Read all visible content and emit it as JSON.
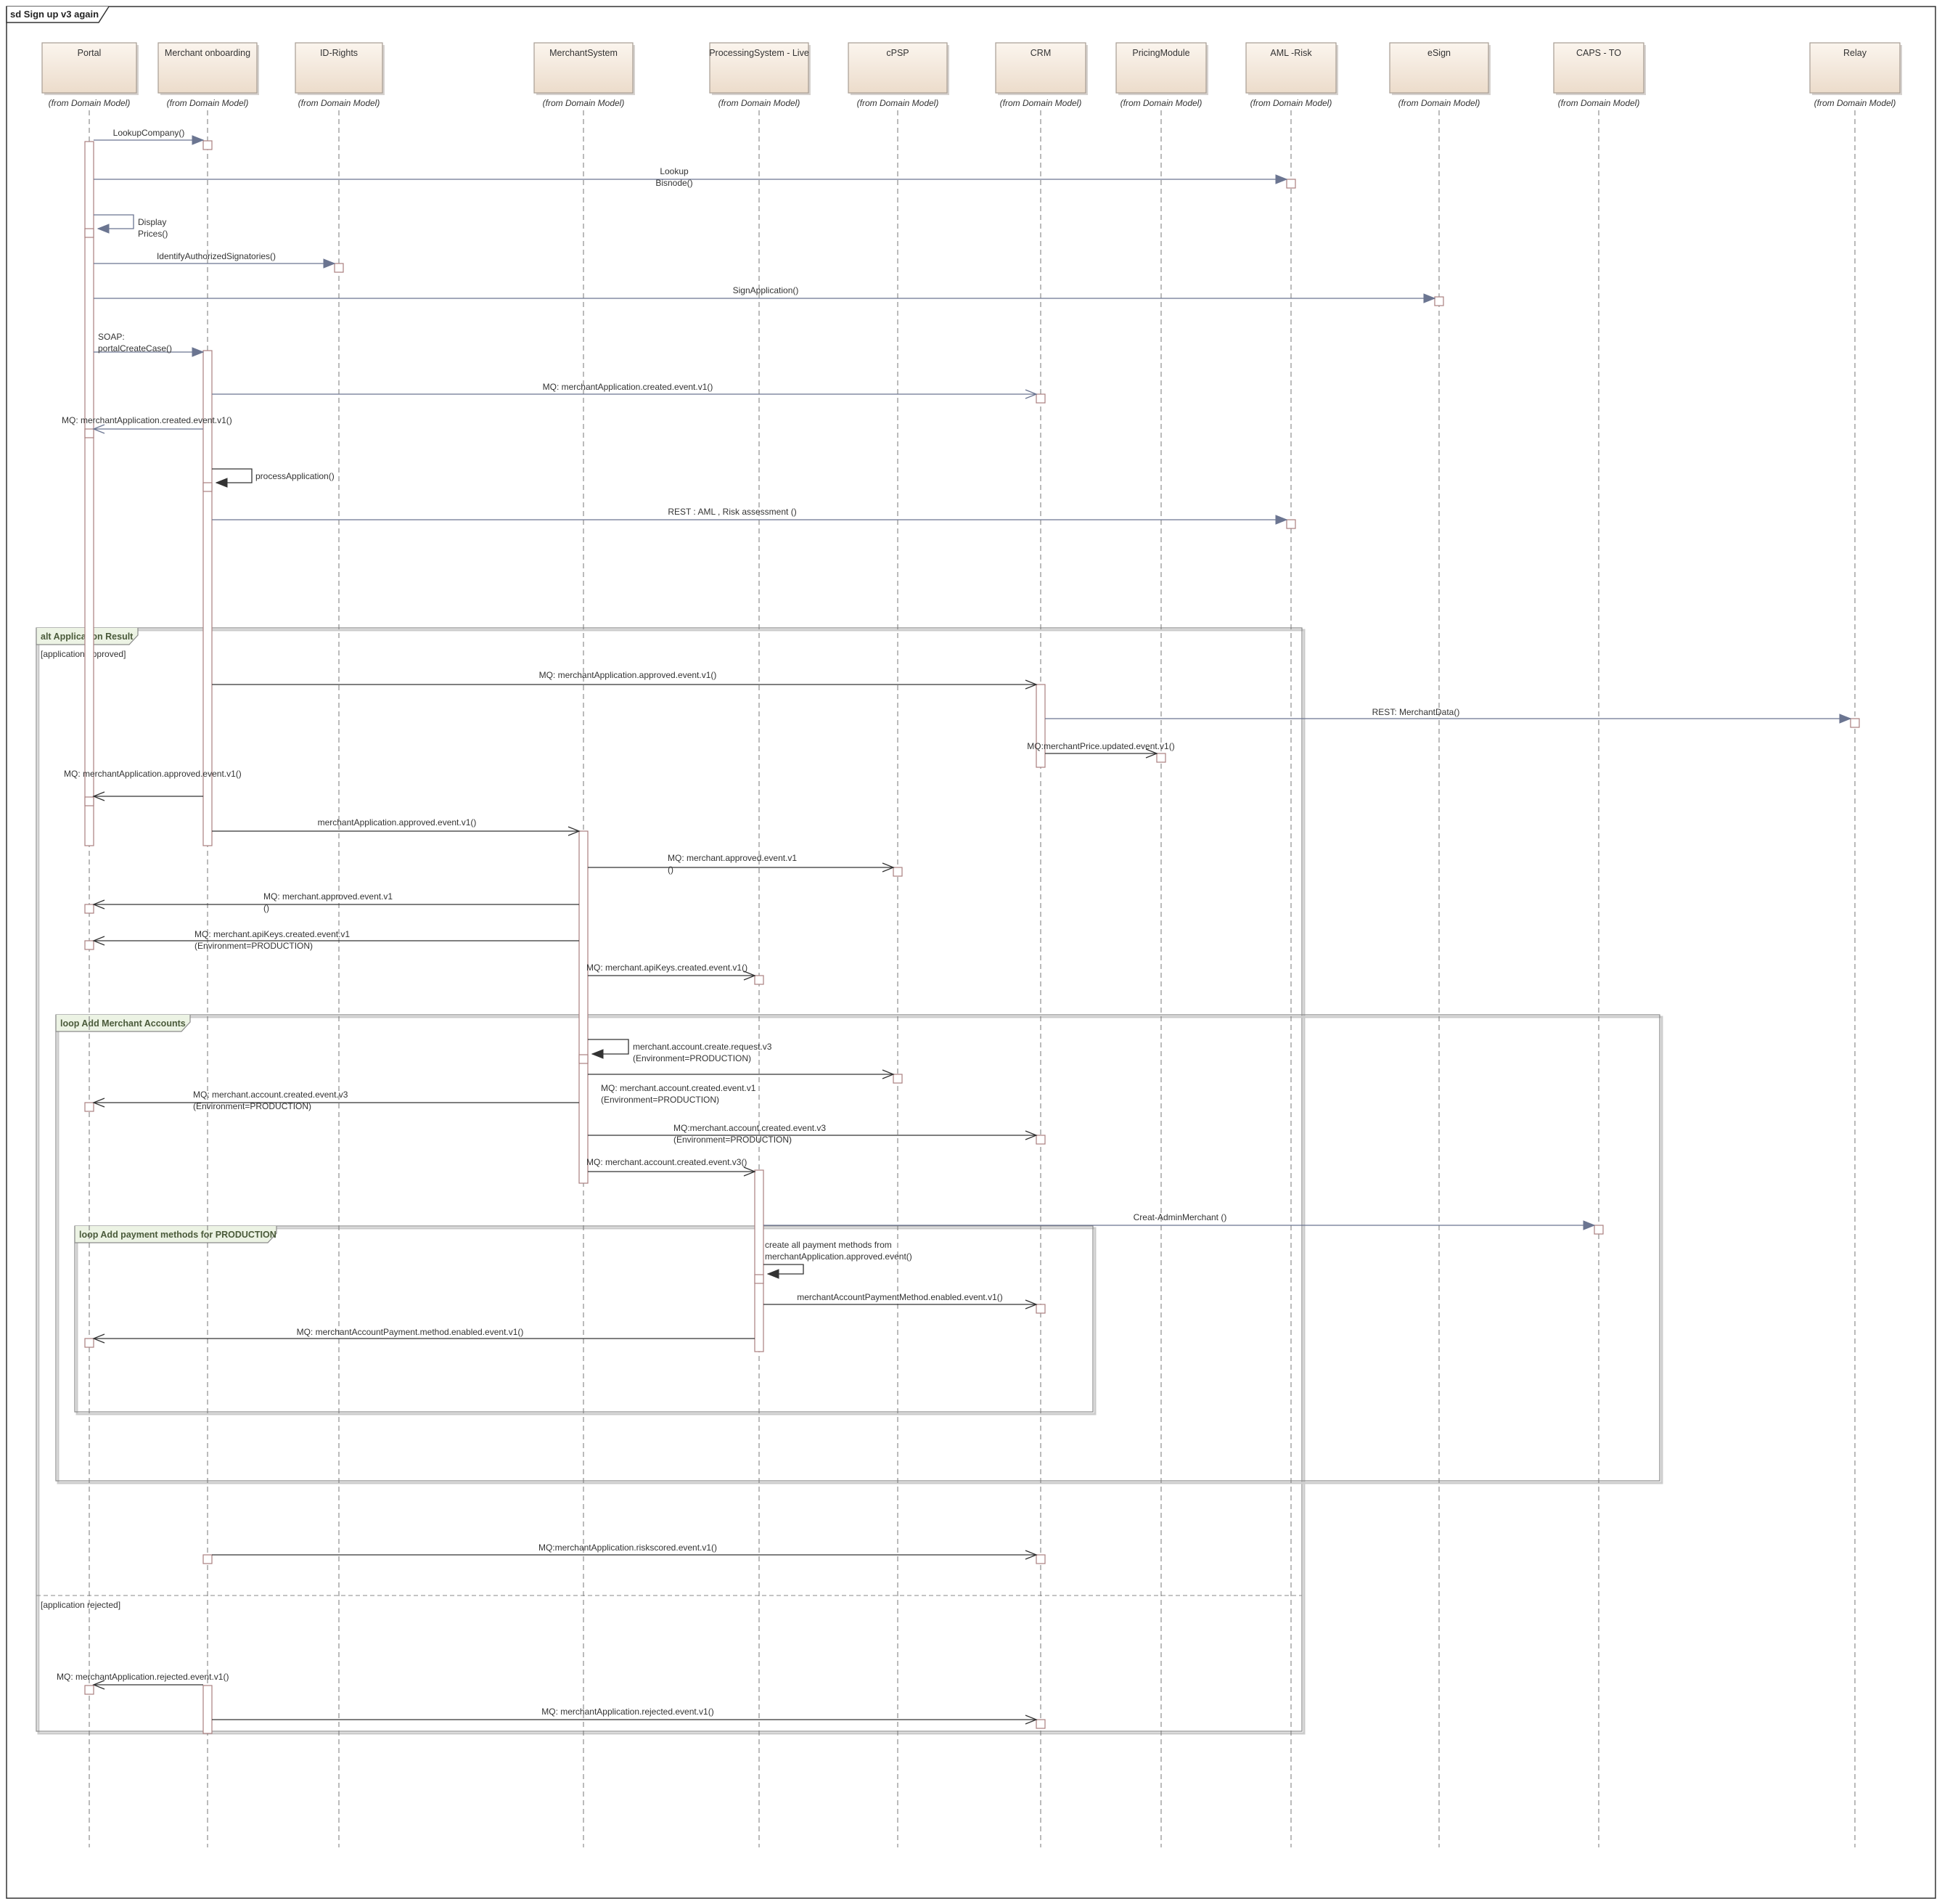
{
  "frame_title": "sd Sign up v3 again",
  "colors": {
    "lifeline_box_top": "#fbf5ee",
    "lifeline_box_bottom": "#ecdccb",
    "lifeline_box_border": "#a79c93",
    "lifeline_line": "#777777",
    "activation_border": "#a97f7f",
    "arrow_dark": "#333333",
    "arrow_blue": "#6b7591",
    "fragment_border": "#8a8a8a",
    "fragment_tab_fill": "#ecf3e4",
    "text": "#333333"
  },
  "lifelines": [
    {
      "id": "portal",
      "name": "Portal",
      "stereotype": "(from Domain Model)"
    },
    {
      "id": "onboarding",
      "name": "Merchant onboarding",
      "stereotype": "(from Domain Model)"
    },
    {
      "id": "idrights",
      "name": "ID-Rights",
      "stereotype": "(from Domain Model)"
    },
    {
      "id": "msys",
      "name": "MerchantSystem",
      "stereotype": "(from Domain Model)"
    },
    {
      "id": "proc",
      "name": "ProcessingSystem - Live",
      "stereotype": "(from Domain Model)"
    },
    {
      "id": "cpsp",
      "name": "cPSP",
      "stereotype": "(from Domain Model)"
    },
    {
      "id": "crm",
      "name": "CRM",
      "stereotype": "(from Domain Model)"
    },
    {
      "id": "pricing",
      "name": "PricingModule",
      "stereotype": "(from Domain Model)"
    },
    {
      "id": "aml",
      "name": "AML -Risk",
      "stereotype": "(from Domain Model)"
    },
    {
      "id": "esign",
      "name": "eSign",
      "stereotype": "(from Domain Model)"
    },
    {
      "id": "caps",
      "name": "CAPS - TO",
      "stereotype": "(from Domain Model)"
    },
    {
      "id": "relay",
      "name": "Relay",
      "stereotype": "(from Domain Model)"
    }
  ],
  "fragments": [
    {
      "id": "alt",
      "operator": "alt",
      "name": "Application Result",
      "guards": [
        "[application approved]",
        "[application rejected]"
      ]
    },
    {
      "id": "loop1",
      "operator": "loop",
      "name": "Add Merchant Accounts"
    },
    {
      "id": "loop2",
      "operator": "loop",
      "name": "Add payment methods for PRODUCTION"
    }
  ],
  "messages": [
    {
      "id": "m1",
      "from": "portal",
      "to": "onboarding",
      "lines": [
        "LookupCompany()"
      ]
    },
    {
      "id": "m2",
      "from": "portal",
      "to": "aml",
      "lines": [
        "Lookup",
        "Bisnode()"
      ]
    },
    {
      "id": "m3",
      "from": "portal",
      "to": "portal",
      "lines": [
        "Display",
        "Prices()"
      ]
    },
    {
      "id": "m4",
      "from": "portal",
      "to": "idrights",
      "lines": [
        "IdentifyAuthorizedSignatories()"
      ]
    },
    {
      "id": "m5",
      "from": "portal",
      "to": "esign",
      "lines": [
        "SignApplication()"
      ]
    },
    {
      "id": "m6",
      "from": "portal",
      "to": "onboarding",
      "lines": [
        "SOAP:",
        "portalCreateCase()"
      ]
    },
    {
      "id": "m7",
      "from": "onboarding",
      "to": "crm",
      "lines": [
        "MQ: merchantApplication.created.event.v1()"
      ]
    },
    {
      "id": "m8",
      "from": "onboarding",
      "to": "portal",
      "lines": [
        "MQ: merchantApplication.created.event.v1()"
      ]
    },
    {
      "id": "m9",
      "from": "onboarding",
      "to": "onboarding",
      "lines": [
        "processApplication()"
      ]
    },
    {
      "id": "m10",
      "from": "onboarding",
      "to": "aml",
      "lines": [
        "REST : AML , Risk assessment ()"
      ]
    },
    {
      "id": "m11",
      "from": "onboarding",
      "to": "crm",
      "lines": [
        "MQ: merchantApplication.approved.event.v1()"
      ]
    },
    {
      "id": "m12",
      "from": "crm",
      "to": "relay",
      "lines": [
        "REST: MerchantData()"
      ]
    },
    {
      "id": "m13",
      "from": "crm",
      "to": "pricing",
      "lines": [
        "MQ:merchantPrice.updated.event.v1()"
      ]
    },
    {
      "id": "m14",
      "from": "onboarding",
      "to": "portal",
      "lines": [
        "MQ: merchantApplication.approved.event.v1()"
      ]
    },
    {
      "id": "m15",
      "from": "onboarding",
      "to": "msys",
      "lines": [
        "merchantApplication.approved.event.v1()"
      ]
    },
    {
      "id": "m16",
      "from": "msys",
      "to": "cpsp",
      "lines": [
        "MQ: merchant.approved.event.v1",
        "()"
      ]
    },
    {
      "id": "m17",
      "from": "msys",
      "to": "portal",
      "lines": [
        "MQ: merchant.approved.event.v1",
        "()"
      ]
    },
    {
      "id": "m18",
      "from": "msys",
      "to": "portal",
      "lines": [
        "MQ: merchant.apiKeys.created.event.v1",
        "(Environment=PRODUCTION)"
      ]
    },
    {
      "id": "m19",
      "from": "msys",
      "to": "proc",
      "lines": [
        "MQ: merchant.apiKeys.created.event.v1()"
      ]
    },
    {
      "id": "m20",
      "from": "msys",
      "to": "msys",
      "lines": [
        "merchant.account.create.request.v3",
        "(Environment=PRODUCTION)"
      ]
    },
    {
      "id": "m21",
      "from": "msys",
      "to": "cpsp",
      "lines": [
        "MQ: merchant.account.created.event.v1",
        "(Environment=PRODUCTION)"
      ]
    },
    {
      "id": "m22",
      "from": "msys",
      "to": "portal",
      "lines": [
        "MQ: merchant.account.created.event.v3",
        "(Environment=PRODUCTION)"
      ]
    },
    {
      "id": "m23",
      "from": "msys",
      "to": "crm",
      "lines": [
        "MQ:merchant.account.created.event.v3",
        "(Environment=PRODUCTION)"
      ]
    },
    {
      "id": "m24",
      "from": "msys",
      "to": "proc",
      "lines": [
        "MQ: merchant.account.created.event.v3()"
      ]
    },
    {
      "id": "m25",
      "from": "portal",
      "to": "caps",
      "lines": [
        "Creat-AdminMerchant ()"
      ]
    },
    {
      "id": "m26",
      "from": "proc",
      "to": "proc",
      "lines": [
        "create all payment methods from",
        "merchantApplication.approved.event()"
      ]
    },
    {
      "id": "m27",
      "from": "proc",
      "to": "crm",
      "lines": [
        "merchantAccountPaymentMethod.enabled.event.v1()"
      ]
    },
    {
      "id": "m28",
      "from": "proc",
      "to": "portal",
      "lines": [
        "MQ: merchantAccountPayment.method.enabled.event.v1()"
      ]
    },
    {
      "id": "m29",
      "from": "onboarding",
      "to": "crm",
      "lines": [
        "MQ:merchantApplication.riskscored.event.v1()"
      ]
    },
    {
      "id": "m30",
      "from": "onboarding",
      "to": "portal",
      "lines": [
        "MQ: merchantApplication.rejected.event.v1()"
      ]
    },
    {
      "id": "m31",
      "from": "onboarding",
      "to": "crm",
      "lines": [
        "MQ: merchantApplication.rejected.event.v1()"
      ]
    }
  ]
}
